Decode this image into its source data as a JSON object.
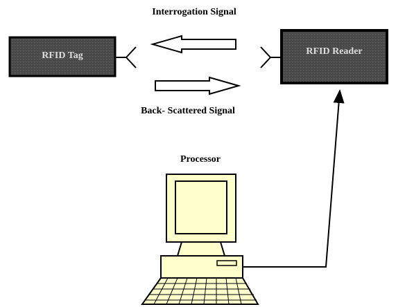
{
  "labels": {
    "interrogation": "Interrogation Signal",
    "backscattered": "Back- Scattered Signal",
    "processor": "Processor"
  },
  "nodes": {
    "tag": "RFID Tag",
    "reader": "RFID Reader"
  },
  "colors": {
    "box_fill": "#4a4a4a",
    "box_border": "#000000",
    "computer_fill": "#ffffcc",
    "line": "#000000"
  }
}
